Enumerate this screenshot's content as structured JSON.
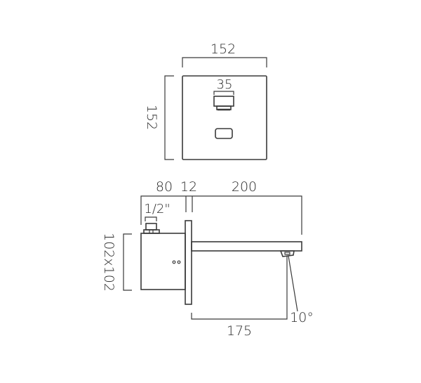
{
  "drawing": {
    "title": "Wall-mounted sensor basin spout technical drawing",
    "units": "mm",
    "line_color": "#3a3a3a"
  },
  "front_view": {
    "width_label": "152",
    "height_label": "152",
    "outlet_width_label": "35"
  },
  "side_view": {
    "body_depth_label": "80",
    "plate_thickness_label": "12",
    "spout_projection_label": "200",
    "connection_label": "1/2\"",
    "body_size_label": "102x102",
    "outlet_reach_label": "175",
    "outlet_angle_label": "10°"
  }
}
